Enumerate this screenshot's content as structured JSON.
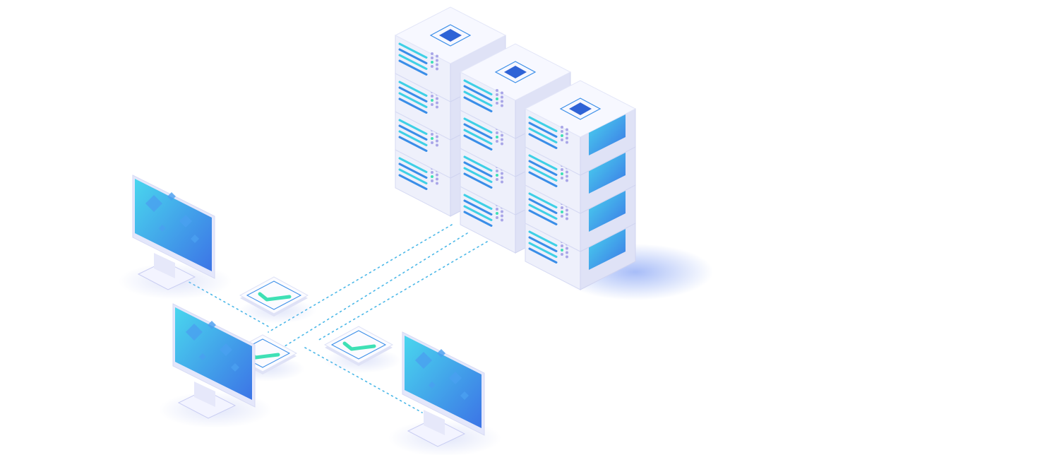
{
  "illustration": {
    "subject": "server-network",
    "server_columns": 3,
    "units_per_column": 4,
    "monitors": 3,
    "check_cards": 3
  },
  "colors": {
    "background": "#ffffff",
    "box_top": "#f7f8ff",
    "box_left": "#eef0fb",
    "box_right": "#dfe2f6",
    "stripe": "#3a8ee8",
    "stripe_alt": "#3fd0e6",
    "chip": "#2f63d6",
    "screen_from": "#46d3ee",
    "screen_to": "#3d7ae8",
    "check": "#3ee0b5",
    "dots": "#4cb8e8",
    "shadow": "#5f86f2"
  }
}
